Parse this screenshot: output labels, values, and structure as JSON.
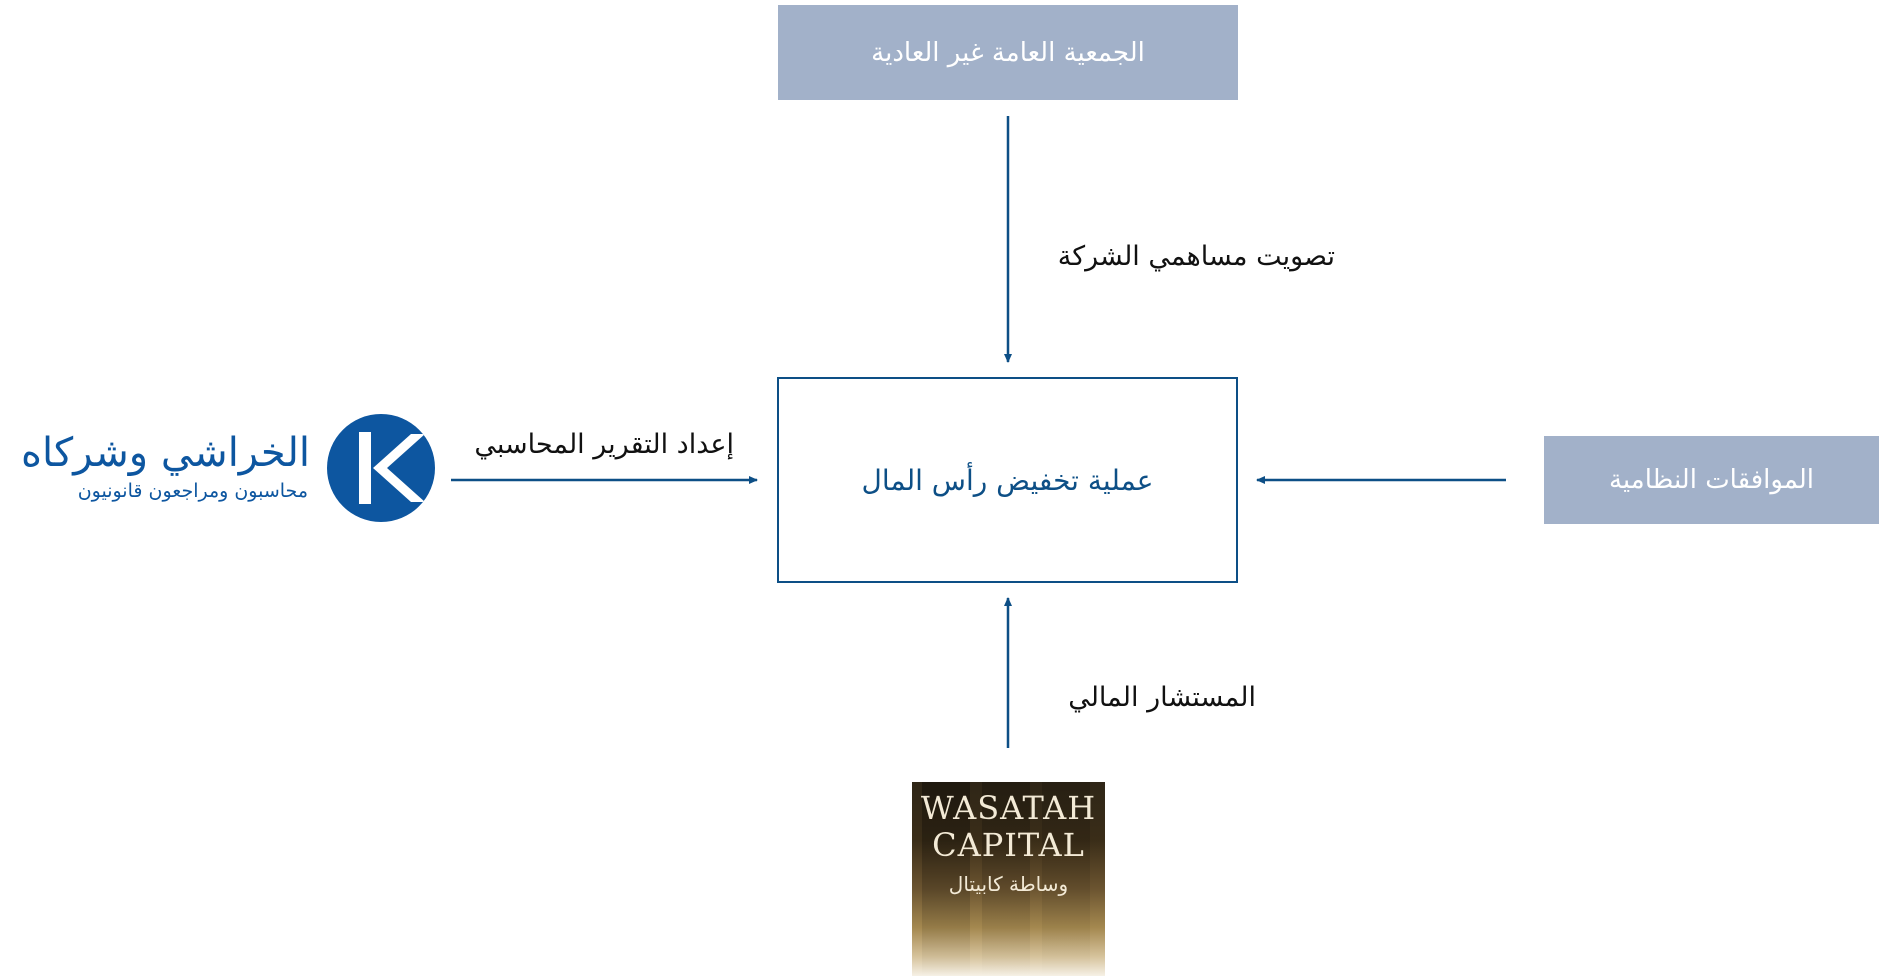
{
  "diagram": {
    "top_box": "الجمعية العامة غير العادية",
    "right_box": "الموافقات النظامية",
    "center_box": "عملية تخفيض رأس المال",
    "label_top": "تصويت مساهمي الشركة",
    "label_left": "إعداد التقرير المحاسبي",
    "label_bottom": "المستشار المالي"
  },
  "logos": {
    "kharashi": {
      "name": "الخراشي وشركاه",
      "subtitle": "محاسبون ومراجعون قانونيون",
      "mark": "K"
    },
    "wasatah": {
      "line1": "WASATAH",
      "line2": "CAPITAL",
      "arabic": "وساطة كابيتال"
    }
  },
  "colors": {
    "box_fill": "#a2b1c9",
    "accent_blue": "#0d4f86",
    "logo_blue": "#0d56a0"
  }
}
